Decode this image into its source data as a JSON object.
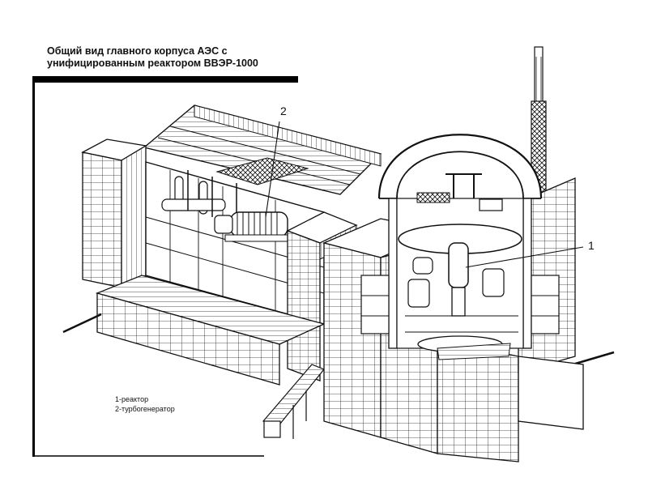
{
  "title": {
    "line1": "Общий вид главного корпуса АЭС с",
    "line2": "унифицированным реактором ВВЭР-1000"
  },
  "legend": [
    {
      "label": "1-реактор"
    },
    {
      "label": "2-турбогенератор"
    }
  ],
  "callouts": {
    "reactor": "1",
    "turbogenerator": "2"
  },
  "colors": {
    "ink": "#111111",
    "background": "#ffffff"
  }
}
